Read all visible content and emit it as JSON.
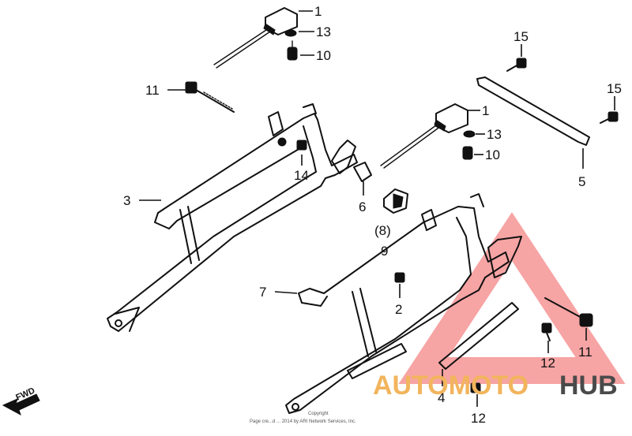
{
  "callouts": {
    "c1a": "1",
    "c13a": "13",
    "c10a": "10",
    "c11a": "11",
    "c14": "14",
    "c3": "3",
    "c15a": "15",
    "c15b": "15",
    "c1b": "1",
    "c13b": "13",
    "c10b": "10",
    "c5": "5",
    "c6": "6",
    "c8": "(8)",
    "c9": "9",
    "c7": "7",
    "c2": "2",
    "c11b": "11",
    "c12a": "12",
    "c4": "4",
    "c12b": "12"
  },
  "direction_label": "FWD",
  "watermark": {
    "part1": "AUTOMOTO",
    "part2": "HUB",
    "accent": "#f2b45c",
    "triangle": "#f05a5a"
  },
  "copyright": {
    "line1": "Copyright",
    "line2": "Page cre...d ... 2014 by ARI Network Services, Inc."
  }
}
